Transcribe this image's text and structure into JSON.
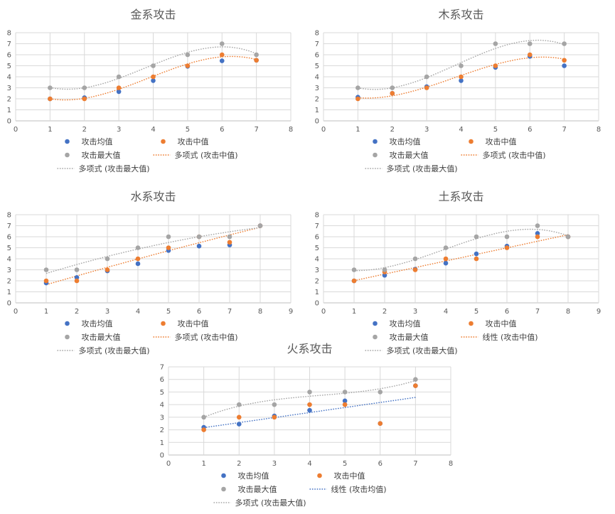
{
  "colors": {
    "avg": "#4472C4",
    "mid": "#ED7D31",
    "max": "#A5A5A5",
    "grid": "#D9D9D9",
    "axis": "#BFBFBF"
  },
  "legend_labels": {
    "avg": "攻击均值",
    "mid": "攻击中值",
    "max": "攻击最大值",
    "poly_mid": "多项式 (攻击中值)",
    "poly_max": "多项式 (攻击最大值)",
    "lin_mid": "线性 (攻击中值)",
    "lin_avg": "线性 (攻击均值)"
  },
  "chart_data": [
    {
      "type": "scatter",
      "title": "金系攻击",
      "xlim": [
        0,
        8
      ],
      "ylim": [
        0,
        8
      ],
      "x": [
        1,
        2,
        3,
        4,
        5,
        6,
        7
      ],
      "series": [
        {
          "name": "攻击均值",
          "key": "avg",
          "values": [
            2,
            2.1,
            2.65,
            3.65,
            4.95,
            5.45,
            5.5
          ]
        },
        {
          "name": "攻击中值",
          "key": "mid",
          "values": [
            2,
            2,
            3,
            4,
            5,
            6,
            5.5
          ]
        },
        {
          "name": "攻击最大值",
          "key": "max",
          "values": [
            3,
            3,
            4,
            5,
            6,
            7,
            6
          ]
        }
      ],
      "trendlines": [
        {
          "name": "多项式 (攻击中值)",
          "key": "mid",
          "fit": "poly3"
        },
        {
          "name": "多项式 (攻击最大值)",
          "key": "max",
          "fit": "poly3"
        }
      ],
      "legend": [
        "avg",
        "mid",
        "max",
        "poly_mid",
        "poly_max"
      ]
    },
    {
      "type": "scatter",
      "title": "木系攻击",
      "xlim": [
        0,
        8
      ],
      "ylim": [
        0,
        8
      ],
      "x": [
        1,
        2,
        3,
        4,
        5,
        6,
        7
      ],
      "series": [
        {
          "name": "攻击均值",
          "key": "avg",
          "values": [
            2.15,
            2.5,
            3.1,
            3.65,
            4.85,
            5.85,
            5
          ]
        },
        {
          "name": "攻击中值",
          "key": "mid",
          "values": [
            2,
            2.5,
            3,
            4,
            5,
            6,
            5.5
          ]
        },
        {
          "name": "攻击最大值",
          "key": "max",
          "values": [
            3,
            3,
            4,
            5,
            7,
            7,
            7
          ]
        }
      ],
      "trendlines": [
        {
          "name": "多项式 (攻击中值)",
          "key": "mid",
          "fit": "poly3"
        },
        {
          "name": "多项式 (攻击最大值)",
          "key": "max",
          "fit": "poly3"
        }
      ],
      "legend": [
        "avg",
        "mid",
        "max",
        "poly_mid",
        "poly_max"
      ]
    },
    {
      "type": "scatter",
      "title": "水系攻击",
      "xlim": [
        0,
        9
      ],
      "ylim": [
        0,
        8
      ],
      "x": [
        1,
        2,
        3,
        4,
        5,
        6,
        7,
        8
      ],
      "series": [
        {
          "name": "攻击均值",
          "key": "avg",
          "values": [
            1.8,
            2.3,
            2.9,
            3.55,
            4.75,
            5.15,
            5.25,
            7
          ]
        },
        {
          "name": "攻击中值",
          "key": "mid",
          "values": [
            2,
            2,
            3,
            4,
            5,
            6,
            5.5,
            7
          ]
        },
        {
          "name": "攻击最大值",
          "key": "max",
          "values": [
            3,
            3,
            4,
            5,
            6,
            6,
            6,
            7
          ]
        }
      ],
      "trendlines": [
        {
          "name": "多项式 (攻击中值)",
          "key": "mid",
          "fit": "poly2"
        },
        {
          "name": "多项式 (攻击最大值)",
          "key": "max",
          "fit": "poly2"
        }
      ],
      "legend": [
        "avg",
        "mid",
        "max",
        "poly_mid",
        "poly_max"
      ]
    },
    {
      "type": "scatter",
      "title": "土系攻击",
      "xlim": [
        0,
        9
      ],
      "ylim": [
        0,
        8
      ],
      "x": [
        1,
        2,
        3,
        4,
        5,
        6,
        7,
        8
      ],
      "series": [
        {
          "name": "攻击均值",
          "key": "avg",
          "values": [
            2,
            2.5,
            3.05,
            3.6,
            4.45,
            5.15,
            6.3,
            6
          ]
        },
        {
          "name": "攻击中值",
          "key": "mid",
          "values": [
            2,
            2.8,
            3,
            4,
            4,
            5,
            6,
            6
          ]
        },
        {
          "name": "攻击最大值",
          "key": "max",
          "values": [
            3,
            3,
            4,
            5,
            6,
            6,
            7,
            6
          ]
        }
      ],
      "trendlines": [
        {
          "name": "线性 (攻击中值)",
          "key": "mid",
          "fit": "linear"
        },
        {
          "name": "多项式 (攻击最大值)",
          "key": "max",
          "fit": "poly3"
        }
      ],
      "legend": [
        "avg",
        "mid",
        "max",
        "lin_mid",
        "poly_max"
      ]
    },
    {
      "type": "scatter",
      "title": "火系攻击",
      "xlim": [
        0,
        8
      ],
      "ylim": [
        0,
        7
      ],
      "x": [
        1,
        2,
        3,
        4,
        5,
        6,
        7
      ],
      "series": [
        {
          "name": "攻击均值",
          "key": "avg",
          "values": [
            2.2,
            2.45,
            3.1,
            3.55,
            4.3,
            2.5,
            5.5
          ]
        },
        {
          "name": "攻击中值",
          "key": "mid",
          "values": [
            2,
            3,
            3,
            4,
            4,
            2.5,
            5.5
          ]
        },
        {
          "name": "攻击最大值",
          "key": "max",
          "values": [
            3,
            4,
            4,
            5,
            5,
            5,
            6
          ]
        }
      ],
      "trendlines": [
        {
          "name": "线性 (攻击均值)",
          "key": "avg",
          "fit": "linear"
        },
        {
          "name": "多项式 (攻击最大值)",
          "key": "max",
          "fit": "poly3"
        }
      ],
      "legend": [
        "avg",
        "mid",
        "max",
        "lin_avg",
        "poly_max"
      ]
    }
  ]
}
